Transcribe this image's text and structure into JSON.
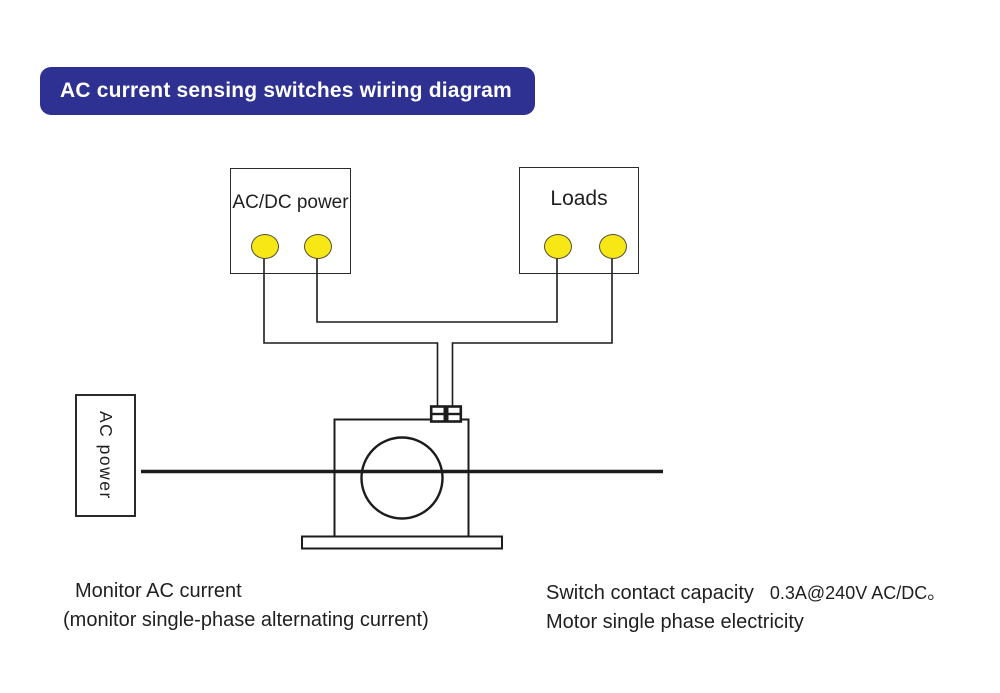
{
  "title": "AC current sensing switches wiring diagram",
  "colors": {
    "banner_bg": "#2e3192",
    "banner_text": "#ffffff",
    "terminal_fill": "#f7e714",
    "terminal_stroke": "#4f4f3c",
    "line_color": "#1c1c1c",
    "text_color": "#1f1f1f"
  },
  "boxes": {
    "acdc_power": {
      "label": "AC/DC power"
    },
    "loads": {
      "label": "Loads"
    },
    "ac_power": {
      "label": "AC power"
    }
  },
  "notes": {
    "left": {
      "line1": "Monitor AC current",
      "line2": "(monitor single-phase alternating current)"
    },
    "right": {
      "capacity_label": "Switch contact capacity",
      "capacity_value": "0.3A@240V AC/DC。",
      "line2": "Motor single phase electricity"
    }
  }
}
